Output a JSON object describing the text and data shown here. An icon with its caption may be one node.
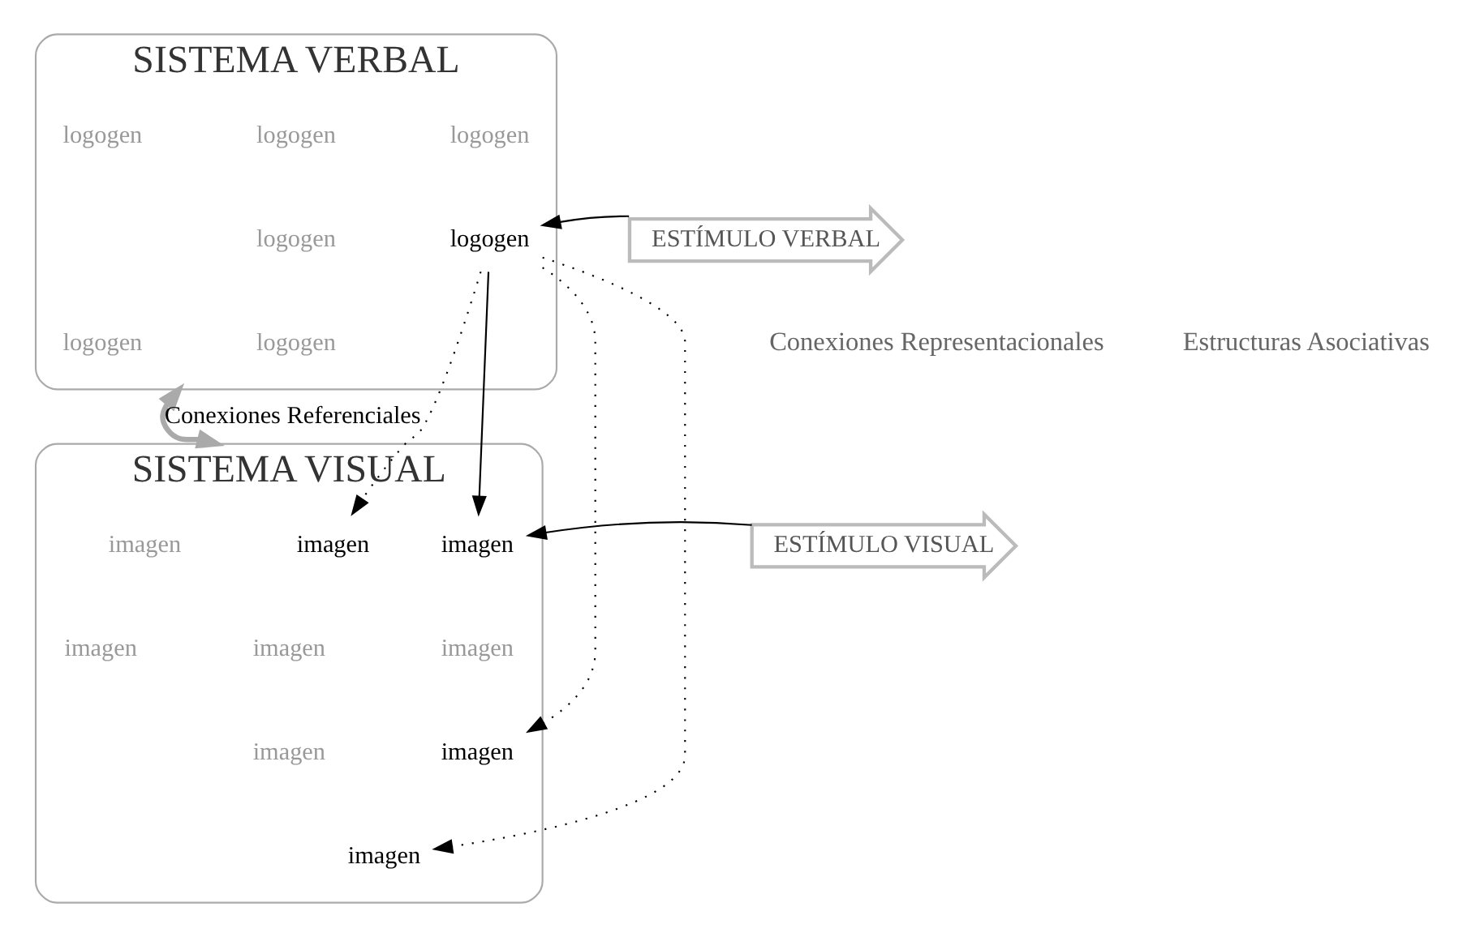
{
  "diagram": {
    "nodes": [
      {
        "text": [
          "SISTEMA VERBAL"
        ]
      },
      {
        "text": [
          "logogen"
        ],
        "in": 0
      },
      {
        "text": [
          "logogen"
        ],
        "in": 0
      },
      {
        "text": [
          "logogen"
        ],
        "in": 0
      },
      {
        "text": [
          "logogen"
        ],
        "in": 0
      },
      {
        "text": [
          "logogen"
        ],
        "in": 0
      },
      {
        "text": [
          "logogen"
        ],
        "in": 0
      },
      {
        "text": [
          "logogen"
        ],
        "in": 0
      },
      {
        "text": [
          "SISTEMA VISUAL"
        ]
      },
      {
        "text": [
          "imagen"
        ],
        "in": 8
      },
      {
        "text": [
          "imagen"
        ],
        "in": 8
      },
      {
        "text": [
          "imagen"
        ],
        "in": 8
      },
      {
        "text": [
          "imagen"
        ],
        "in": 8
      },
      {
        "text": [
          "imagen"
        ],
        "in": 8
      },
      {
        "text": [
          "imagen"
        ],
        "in": 8
      },
      {
        "text": [
          "imagen"
        ],
        "in": 8
      },
      {
        "text": [
          "imagen"
        ],
        "in": 8
      },
      {
        "text": [
          "imagen"
        ],
        "in": 8
      },
      {
        "text": [
          "ESTÍMULO VERBAL"
        ]
      },
      {
        "text": [
          "ESTÍMULO VISUAL"
        ]
      }
    ],
    "edges": [
      {
        "from": 18,
        "to": 5,
        "arrow": "to"
      },
      {
        "from": 19,
        "to": 9,
        "arrow": "to"
      },
      {
        "from": 5,
        "to": 9,
        "arrow": "to"
      },
      {
        "from": 5,
        "to": 11,
        "arrow": "to",
        "style": "dashed"
      },
      {
        "from": 5,
        "to": 15,
        "arrow": "to",
        "style": "dashed"
      },
      {
        "from": 5,
        "to": 17,
        "arrow": "to",
        "style": "dashed"
      },
      {
        "from": 0,
        "to": 8,
        "arrow": "both",
        "label": "Conexiones Referenciales",
        "color": "#aaaaaa",
        "style": "thick"
      }
    ],
    "labels": [
      "Conexiones Representacionales",
      "Estructuras Asociativas"
    ]
  }
}
